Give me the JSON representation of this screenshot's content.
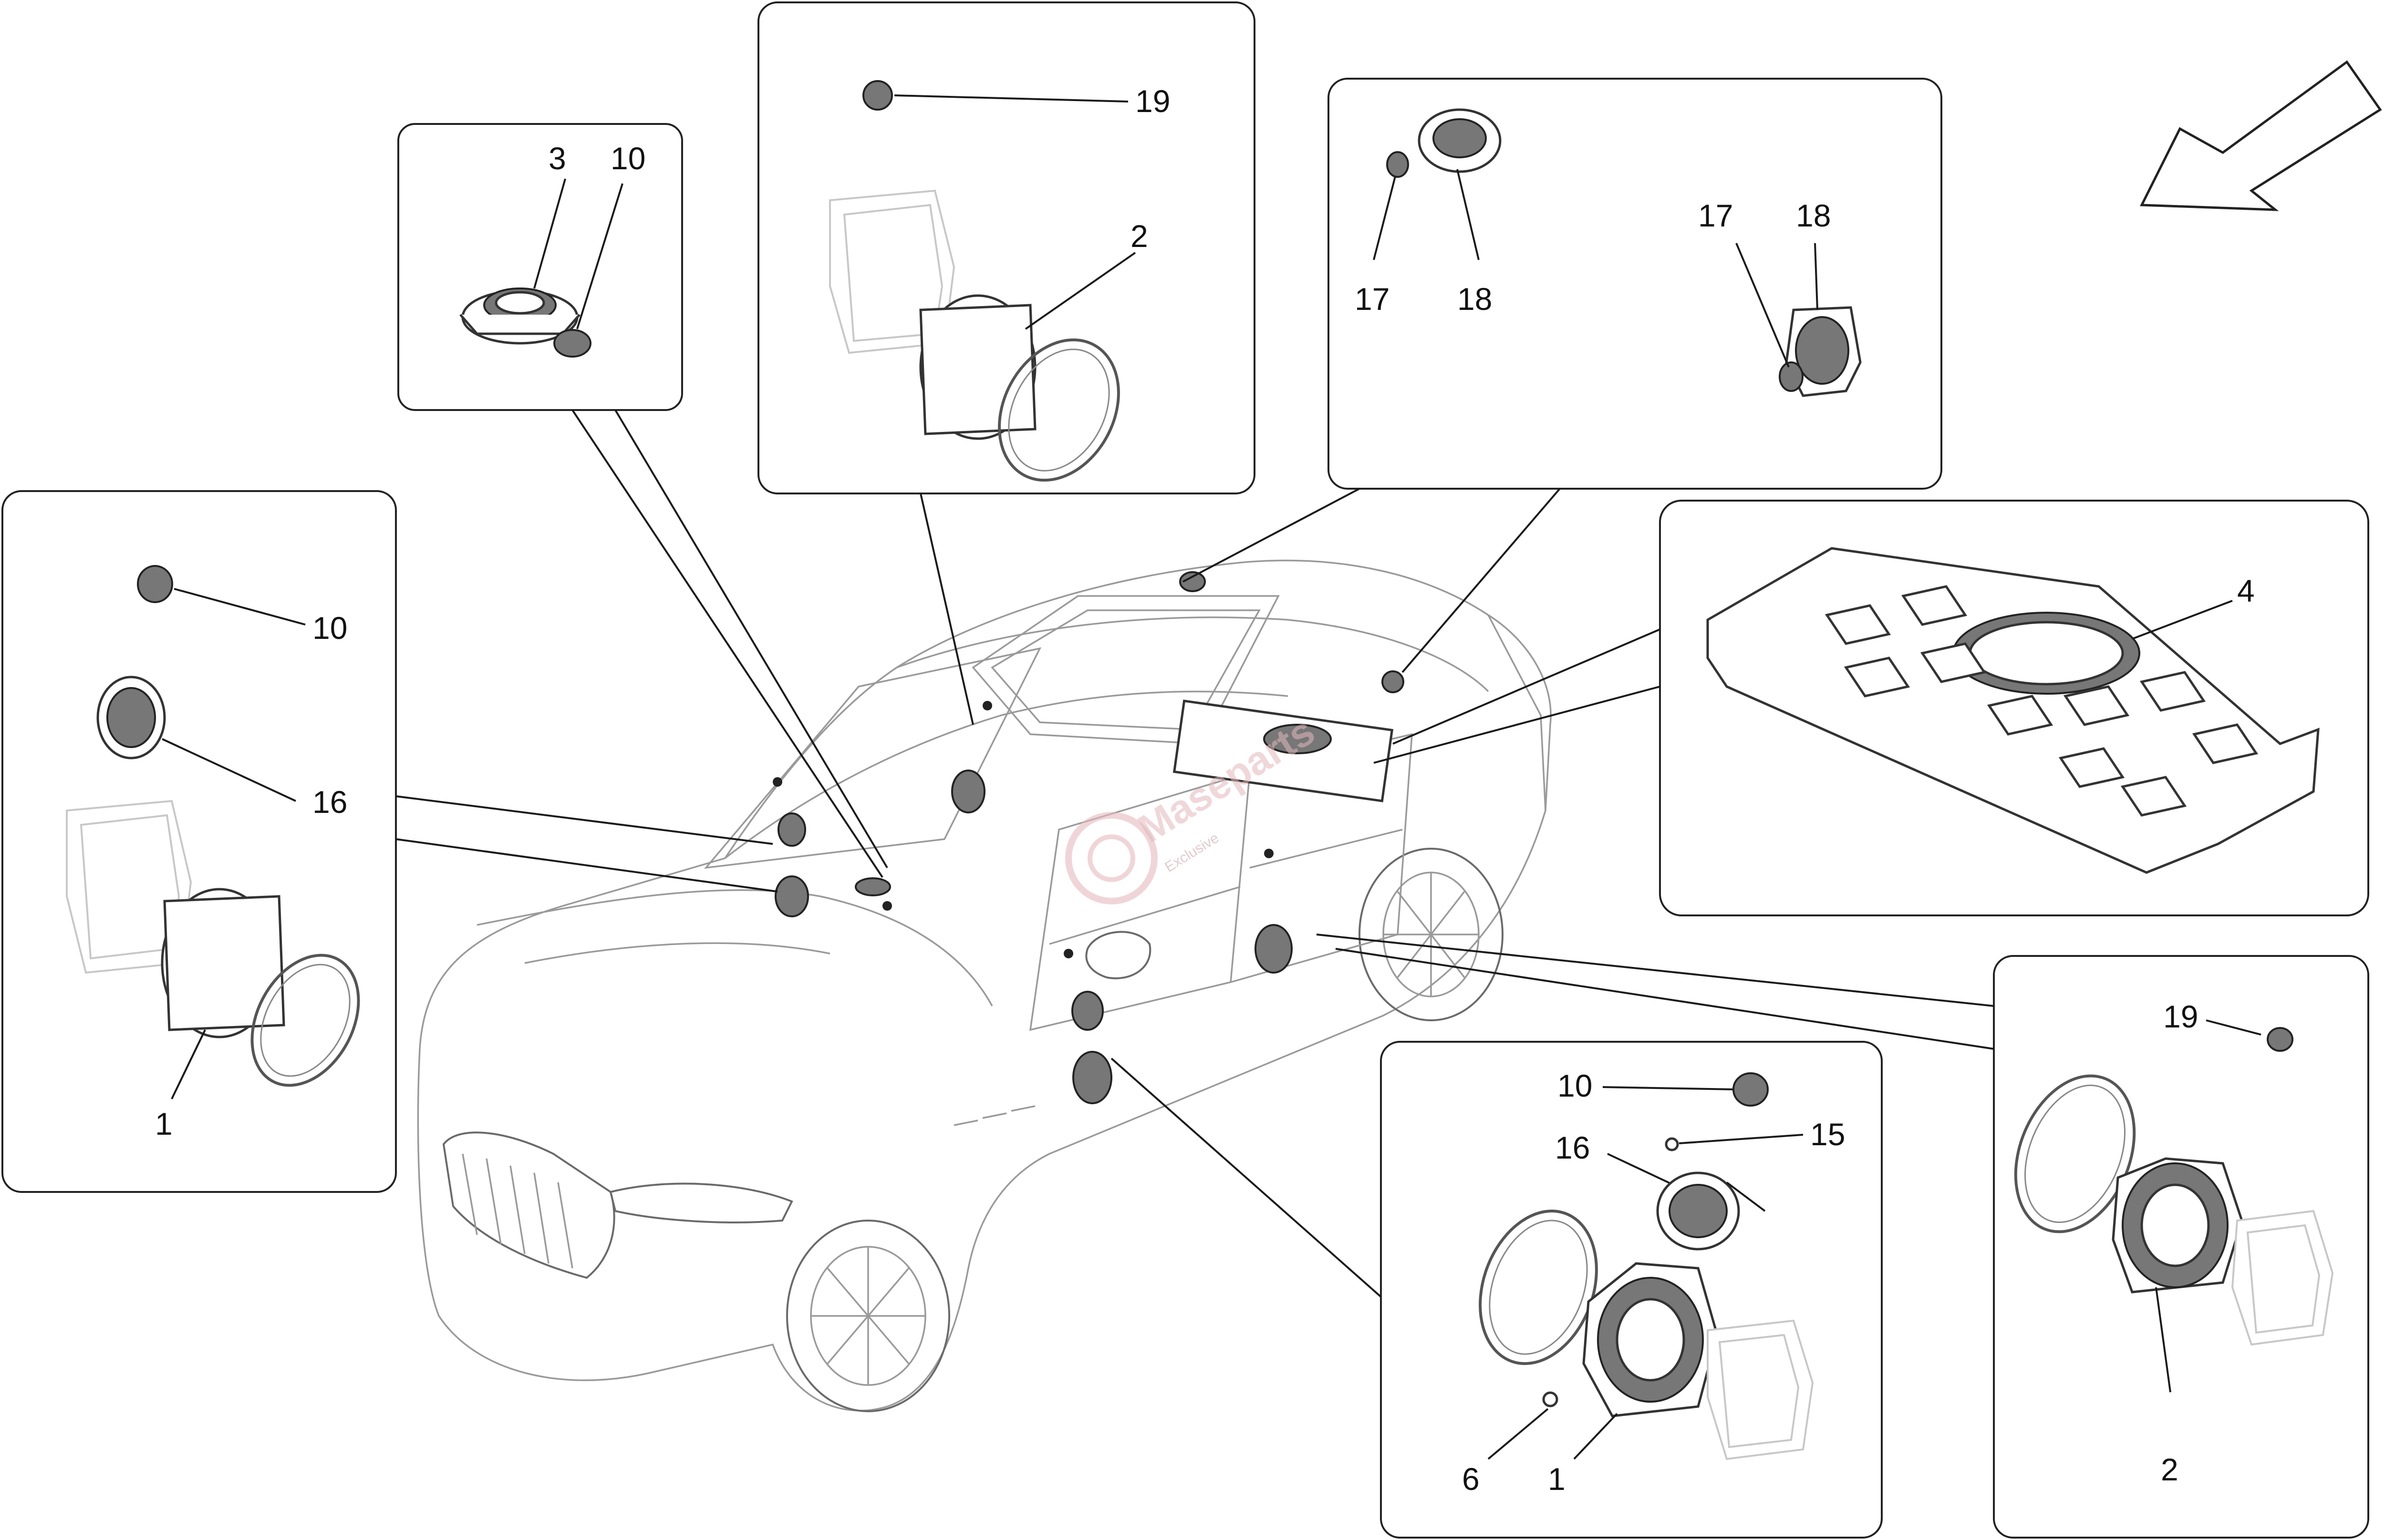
{
  "watermark": {
    "text": "Maseparts",
    "subtext": "Exclusive"
  },
  "callouts": {
    "p1": {
      "n19": "19",
      "n2": "2"
    },
    "p2": {
      "n3": "3",
      "n10": "10"
    },
    "p3": {
      "n17a": "17",
      "n18a": "18",
      "n17b": "17",
      "n18b": "18"
    },
    "p4": {
      "n10": "10",
      "n16": "16",
      "n1": "1"
    },
    "p5": {
      "n4": "4"
    },
    "p6": {
      "n10": "10",
      "n16": "16",
      "n15": "15",
      "n6": "6",
      "n1": "1"
    },
    "p7": {
      "n19": "19",
      "n2": "2"
    }
  },
  "icons": [
    "direction-arrow-icon",
    "speaker-icon",
    "tweeter-icon",
    "subwoofer-icon",
    "gasket-ring-icon"
  ]
}
